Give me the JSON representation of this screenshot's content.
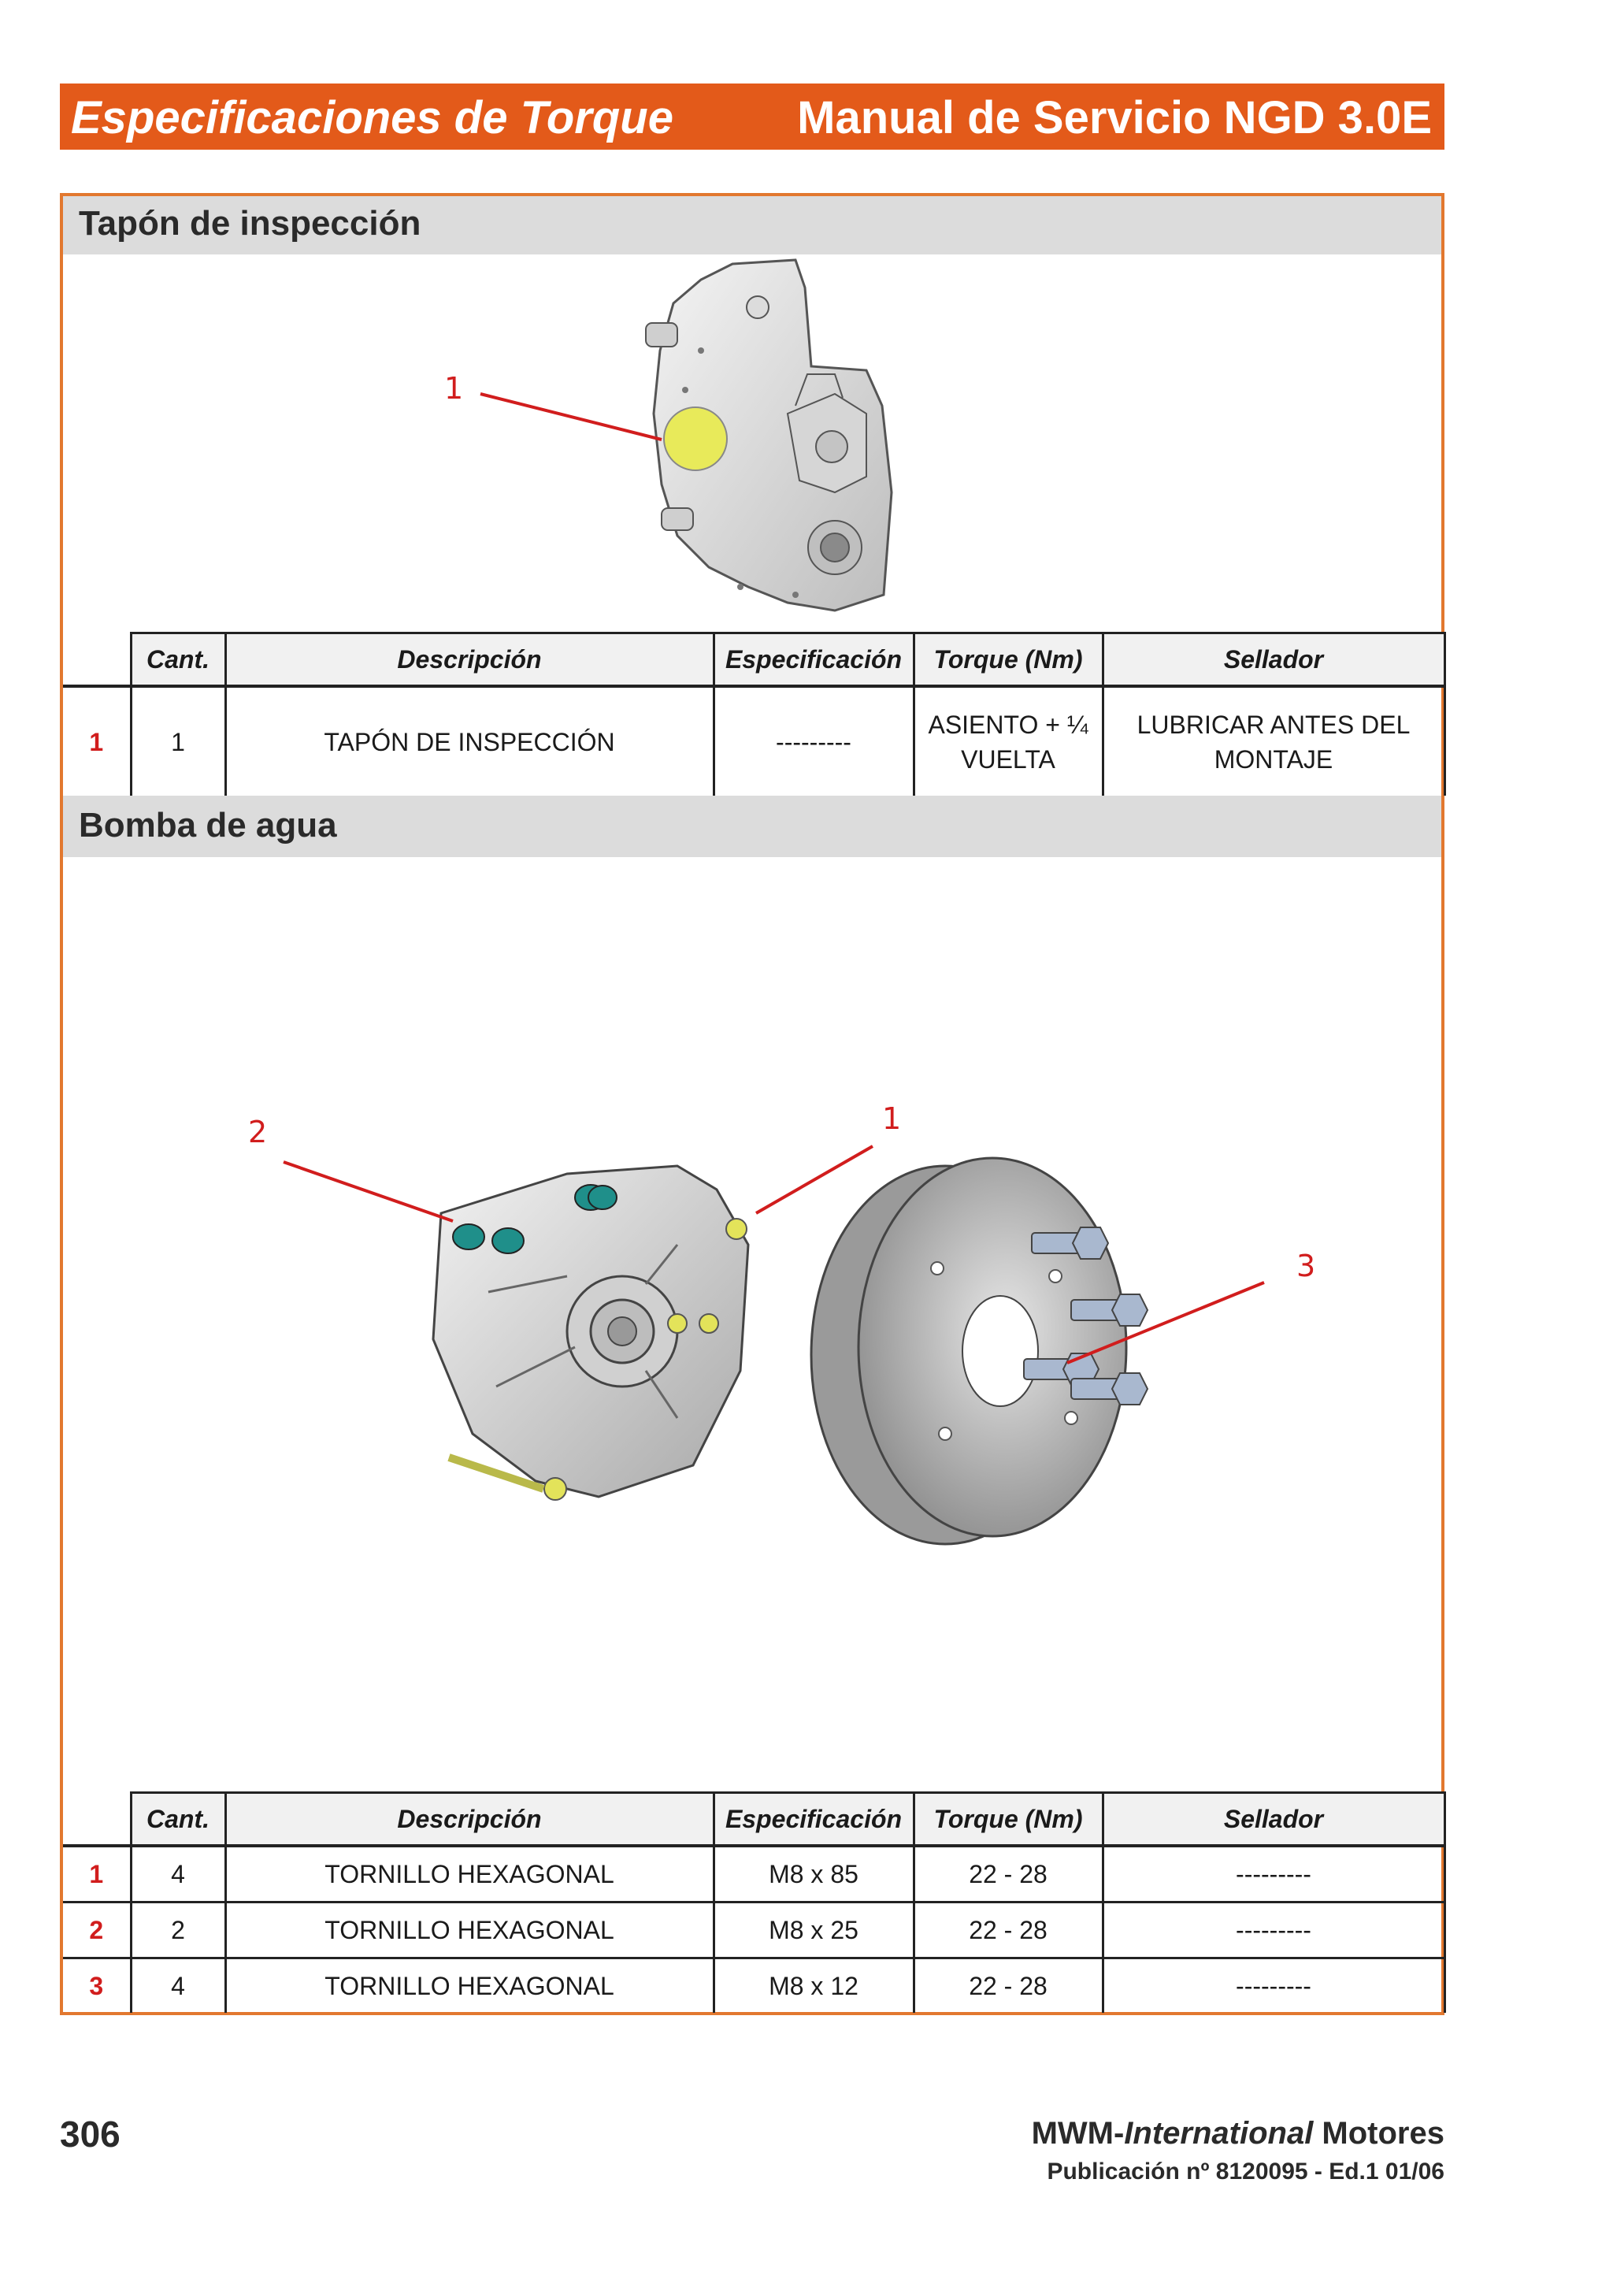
{
  "header": {
    "title_left": "Especificaciones de Torque",
    "title_right": "Manual de Servicio NGD 3.0E"
  },
  "section1": {
    "title": "Tapón  de  inspección",
    "callouts": [
      "1"
    ],
    "table": {
      "headers": [
        "Cant.",
        "Descripción",
        "Especificación",
        "Torque (Nm)",
        "Sellador"
      ],
      "rows": [
        {
          "num": "1",
          "cant": "1",
          "desc": "TAPÓN DE INSPECCIÓN",
          "spec": "---------",
          "torque_line1": "ASIENTO + ¼",
          "torque_line2": "VUELTA",
          "sealer_line1": "LUBRICAR ANTES DEL",
          "sealer_line2": "MONTAJE"
        }
      ]
    }
  },
  "section2": {
    "title": "Bomba  de  agua",
    "callouts": [
      "1",
      "2",
      "3"
    ],
    "table": {
      "headers": [
        "Cant.",
        "Descripción",
        "Especificación",
        "Torque (Nm)",
        "Sellador"
      ],
      "rows": [
        {
          "num": "1",
          "cant": "4",
          "desc": "TORNILLO HEXAGONAL",
          "spec": "M8 x 85",
          "torque": "22 - 28",
          "sealer": "---------"
        },
        {
          "num": "2",
          "cant": "2",
          "desc": "TORNILLO HEXAGONAL",
          "spec": "M8 x 25",
          "torque": "22 - 28",
          "sealer": "---------"
        },
        {
          "num": "3",
          "cant": "4",
          "desc": "TORNILLO HEXAGONAL",
          "spec": "M8 x 12",
          "torque": "22 - 28",
          "sealer": "---------"
        }
      ]
    }
  },
  "footer": {
    "page_number": "306",
    "brand_prefix": "MWM-",
    "brand_italic": "International",
    "brand_suffix": " Motores",
    "publication": "Publicación nº 8120095 - Ed.1 01/06"
  },
  "colors": {
    "accent": "#e35a1a",
    "frame": "#e2782f",
    "callout": "#d11d1d",
    "part_highlight": "#e8ea5a"
  }
}
